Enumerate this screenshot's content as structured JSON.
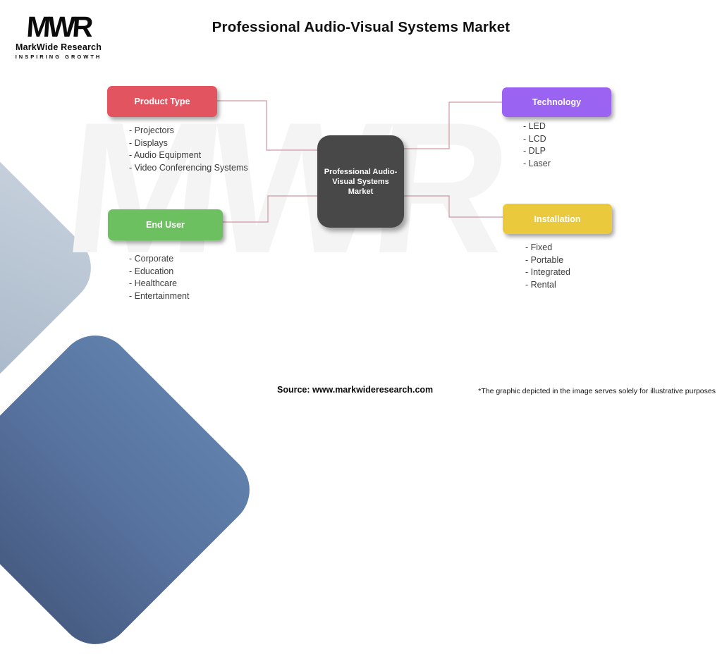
{
  "header": {
    "title": "Professional Audio-Visual Systems Market",
    "logo": {
      "mark": "MWR",
      "name": "MarkWide Research",
      "tagline": "INSPIRING GROWTH"
    }
  },
  "center_node": {
    "label": "Professional Audio-\nVisual Systems\nMarket",
    "color": "#484848"
  },
  "sections": [
    {
      "id": "product-type",
      "label": "Product Type",
      "color": "#e25560",
      "items": [
        "- Projectors",
        "- Displays",
        "- Audio Equipment",
        "- Video Conferencing Systems"
      ]
    },
    {
      "id": "technology",
      "label": "Technology",
      "color": "#9b63f2",
      "items": [
        "- LED",
        "- LCD",
        "- DLP",
        "- Laser"
      ]
    },
    {
      "id": "end-user",
      "label": "End User",
      "color": "#6cc05f",
      "items": [
        "- Corporate",
        "- Education",
        "- Healthcare",
        "- Entertainment"
      ]
    },
    {
      "id": "installation",
      "label": "Installation",
      "color": "#eaca3c",
      "items": [
        "- Fixed",
        "- Portable",
        "- Integrated",
        "- Rental"
      ]
    }
  ],
  "footer": {
    "source": "Source: www.markwideresearch.com",
    "disclaimer": "*The graphic depicted in the image serves solely for illustrative purposes"
  },
  "watermark": "MWR",
  "colors": {
    "connector": "#cf98a0"
  }
}
